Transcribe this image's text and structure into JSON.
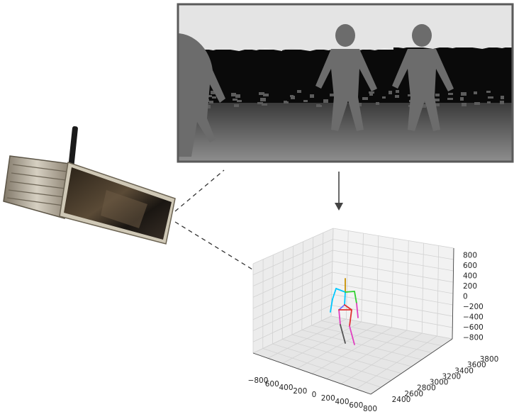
{
  "panels": [
    {
      "pose": "walk-left"
    },
    {
      "pose": "walk-front"
    },
    {
      "pose": "walk-right"
    }
  ],
  "chart_data": {
    "type": "scatter3d",
    "title": "",
    "x_ticks": [
      "−800",
      "600",
      "400",
      "200",
      "0",
      "200",
      "400",
      "600",
      "800"
    ],
    "y_ticks": [
      "2400",
      "2600",
      "2800",
      "3000",
      "3200",
      "3400",
      "3600",
      "3800"
    ],
    "z_ticks": [
      "800",
      "600",
      "400",
      "200",
      "0",
      "−200",
      "−400",
      "−600",
      "−800"
    ],
    "xlim": [
      -800,
      800
    ],
    "ylim": [
      2400,
      3800
    ],
    "zlim": [
      -800,
      800
    ],
    "grid": true,
    "skeleton_colors": [
      "#00c8ff",
      "#30d030",
      "#e03030",
      "#e040c0",
      "#c89000",
      "#555555",
      "#7070ff"
    ]
  },
  "colors": {
    "depth_dark": "#0a0a0a",
    "depth_light": "#e8e8e8",
    "frame_border": "#555555",
    "dash_line": "#333333",
    "arrow": "#444444"
  }
}
